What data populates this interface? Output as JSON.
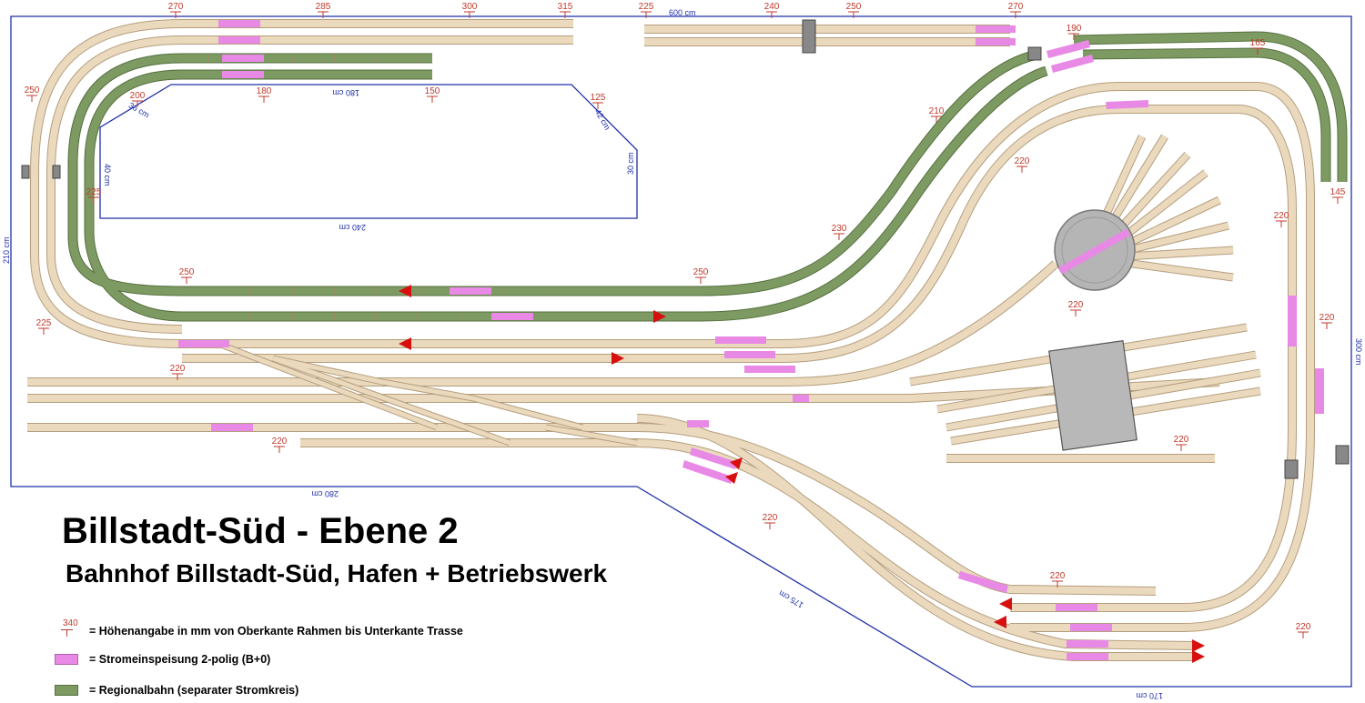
{
  "title": "Billstadt-Süd - Ebene 2",
  "subtitle": "Bahnhof Billstadt-Süd, Hafen + Betriebswerk",
  "legend": {
    "height_sample": "340",
    "height_label": "= Höhenangabe in mm von Oberkante Rahmen bis Unterkante Trasse",
    "feed_label": "= Stromeinspeisung 2-polig (B+0)",
    "regional_label": "= Regionalbahn (separater Stromkreis)"
  },
  "dimensions": {
    "top": "600 cm",
    "left": "210 cm",
    "right": "300 cm",
    "bottom_left": "280 cm",
    "bottom_right": "170 cm",
    "diagonal": "175 cm",
    "opening_top": "180 cm",
    "opening_bottom": "240 cm",
    "opening_left": "40 cm",
    "opening_right": "30 cm",
    "opening_tl": "36 cm",
    "opening_tr": "42 cm"
  },
  "heights": [
    "270",
    "285",
    "300",
    "315",
    "225",
    "240",
    "250",
    "270",
    "190",
    "165",
    "145",
    "250",
    "200",
    "180",
    "150",
    "125",
    "210",
    "220",
    "225",
    "230",
    "250",
    "250",
    "225",
    "220",
    "220",
    "220",
    "220",
    "220",
    "220",
    "220",
    "220",
    "220"
  ],
  "colors": {
    "track": "#ead9bd",
    "track_edge": "#b59e7e",
    "regional": "#7d9a62",
    "regional_edge": "#55703f",
    "feed": "#e889e6",
    "outline": "#1f2fa8",
    "height_mark": "#c0392b",
    "arrow": "#d80f0f",
    "turntable": "#b5b5b5",
    "shed": "#b8b8b8"
  }
}
